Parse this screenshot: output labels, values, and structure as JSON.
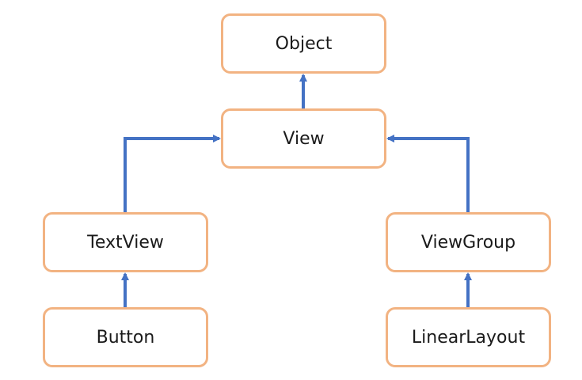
{
  "colors": {
    "node_border": "#F2B382",
    "arrow": "#4472C4"
  },
  "nodes": {
    "object": "Object",
    "view": "View",
    "textview": "TextView",
    "viewgroup": "ViewGroup",
    "button": "Button",
    "linearlayout": "LinearLayout"
  },
  "edges": [
    {
      "from": "View",
      "to": "Object"
    },
    {
      "from": "TextView",
      "to": "View"
    },
    {
      "from": "ViewGroup",
      "to": "View"
    },
    {
      "from": "Button",
      "to": "TextView"
    },
    {
      "from": "LinearLayout",
      "to": "ViewGroup"
    }
  ]
}
